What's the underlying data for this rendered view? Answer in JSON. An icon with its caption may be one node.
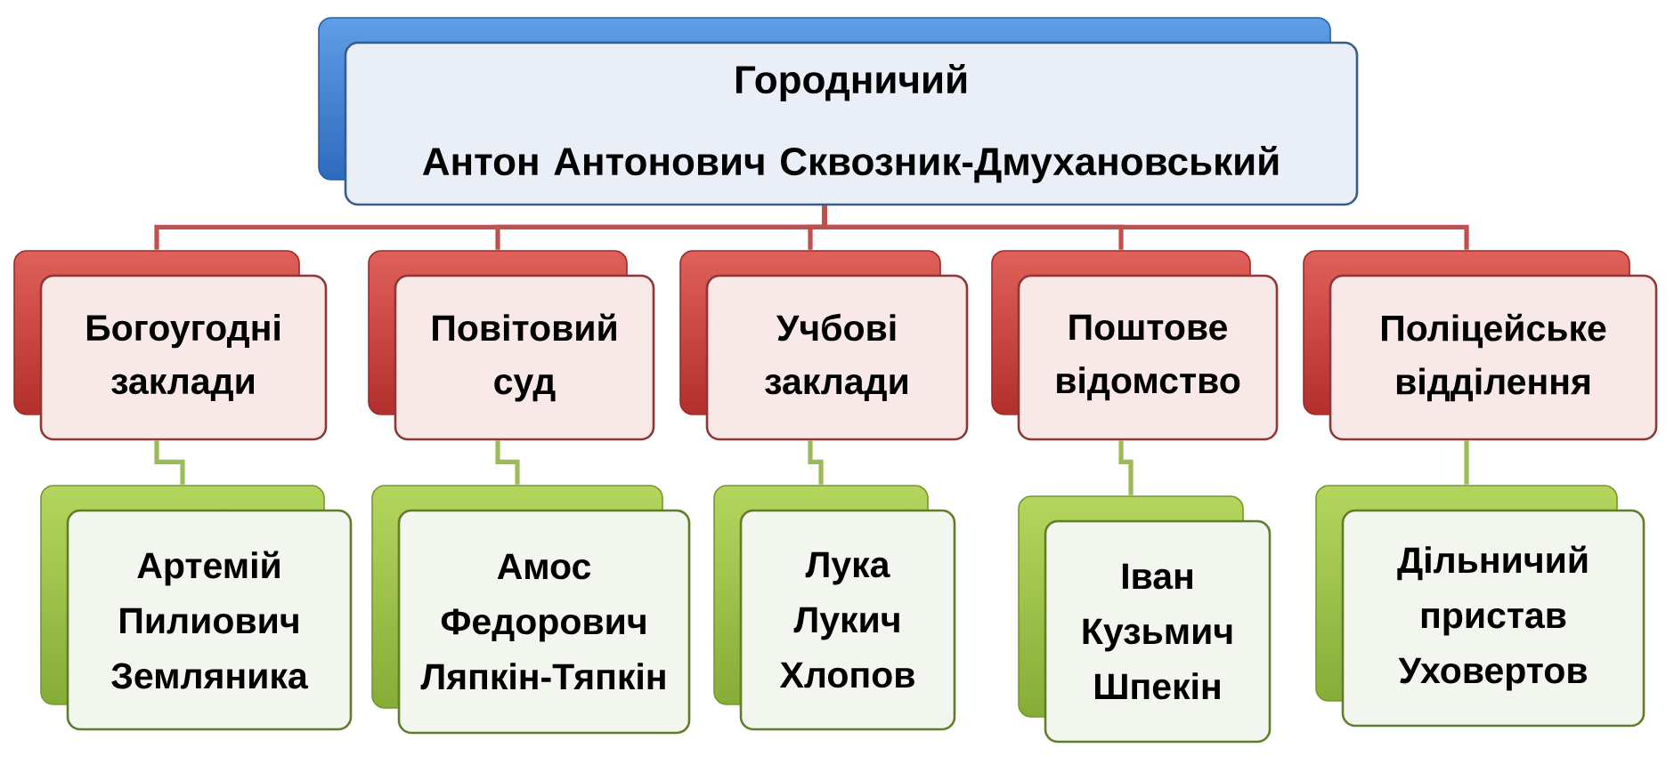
{
  "diagram": {
    "nodes": [
      {
        "text": [
          "Городничий",
          "Антон Антонович Сквозник-Дмухановський"
        ]
      },
      {
        "text": [
          "Богоугодні заклади"
        ]
      },
      {
        "text": [
          "Повітовий суд"
        ]
      },
      {
        "text": [
          "Учбові заклади"
        ]
      },
      {
        "text": [
          "Поштове відомство"
        ]
      },
      {
        "text": [
          "Поліцейське відділення"
        ]
      },
      {
        "text": [
          "Артемій Пилиович Земляника"
        ]
      },
      {
        "text": [
          "Амос Федорович Ляпкін-Тяпкін"
        ]
      },
      {
        "text": [
          "Лука Лукич Хлопов"
        ]
      },
      {
        "text": [
          "Іван Кузьмич Шпекін"
        ]
      },
      {
        "text": [
          "Дільничий пристав Уховертов"
        ]
      }
    ],
    "edges": [
      {
        "from": 0,
        "to": 1,
        "arrow": "none",
        "color": "#c0504d"
      },
      {
        "from": 0,
        "to": 2,
        "arrow": "none",
        "color": "#c0504d"
      },
      {
        "from": 0,
        "to": 3,
        "arrow": "none",
        "color": "#c0504d"
      },
      {
        "from": 0,
        "to": 4,
        "arrow": "none",
        "color": "#c0504d"
      },
      {
        "from": 0,
        "to": 5,
        "arrow": "none",
        "color": "#c0504d"
      },
      {
        "from": 1,
        "to": 6,
        "arrow": "none",
        "color": "#9bbb59"
      },
      {
        "from": 2,
        "to": 7,
        "arrow": "none",
        "color": "#9bbb59"
      },
      {
        "from": 3,
        "to": 8,
        "arrow": "none",
        "color": "#9bbb59"
      },
      {
        "from": 4,
        "to": 9,
        "arrow": "none",
        "color": "#9bbb59"
      },
      {
        "from": 5,
        "to": 10,
        "arrow": "none",
        "color": "#9bbb59"
      }
    ]
  }
}
